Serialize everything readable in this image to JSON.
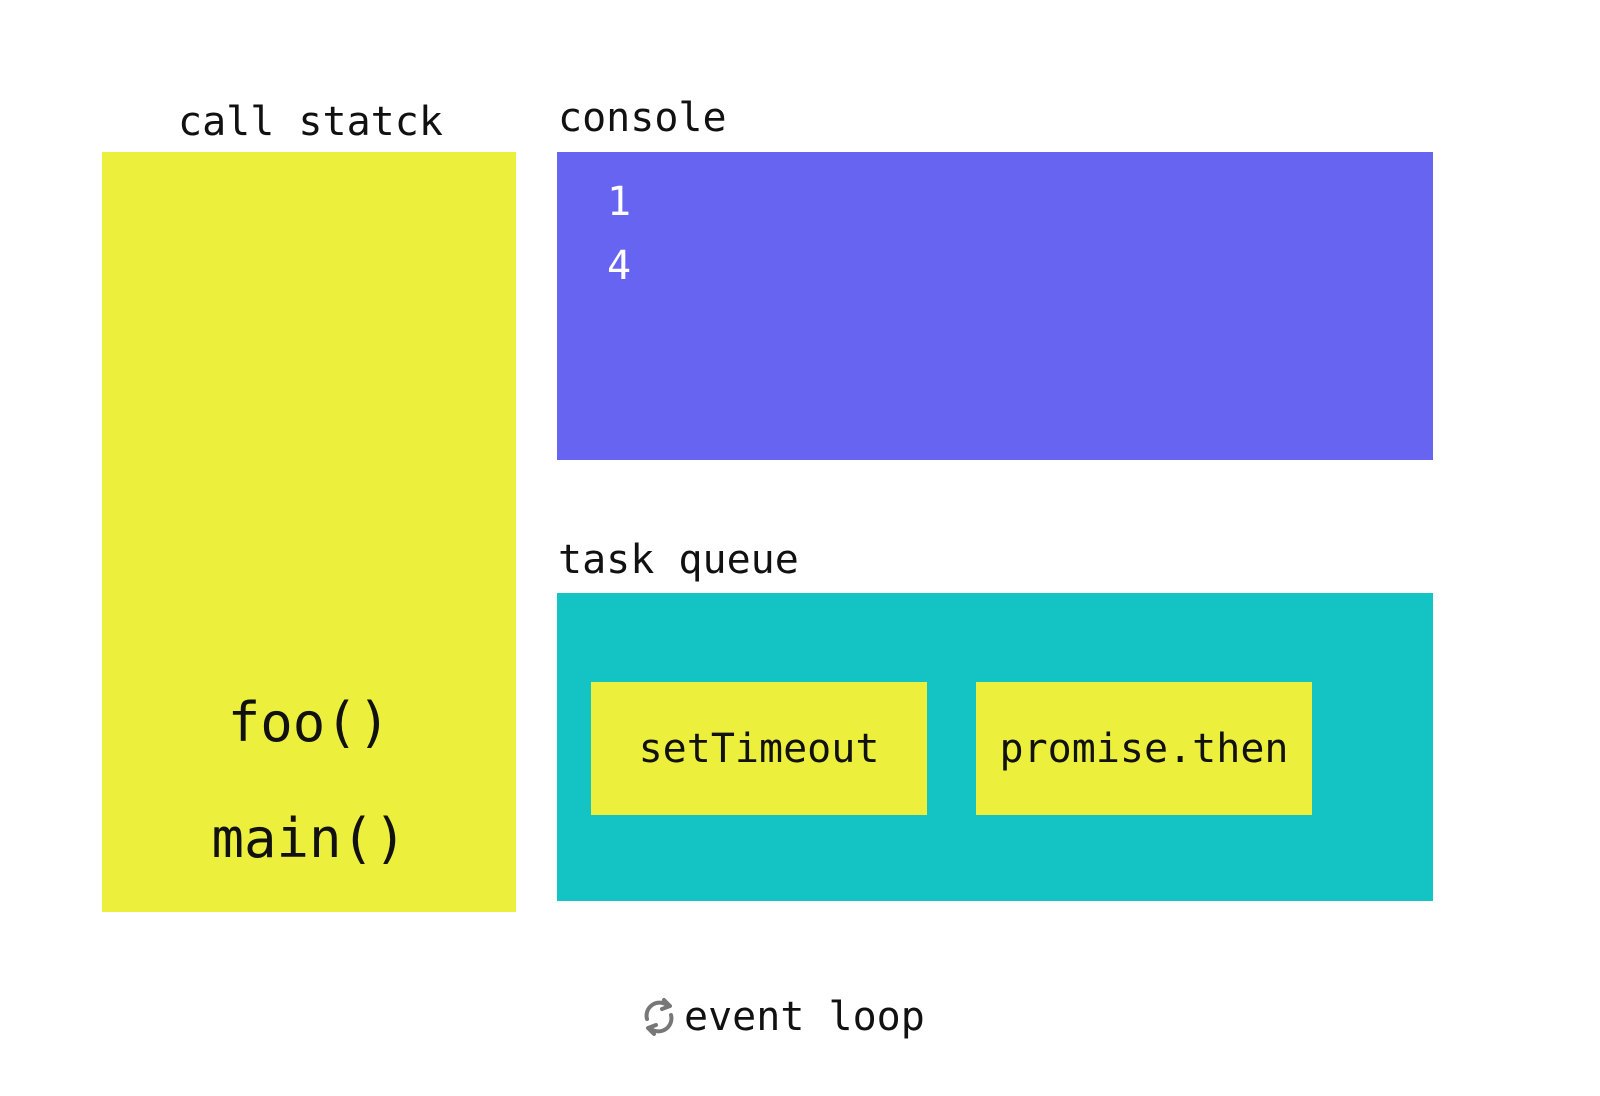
{
  "call_stack": {
    "title": "call statck",
    "frames": [
      "foo()",
      "main()"
    ]
  },
  "console": {
    "title": "console",
    "lines": [
      "1",
      "4"
    ]
  },
  "task_queue": {
    "title": "task queue",
    "tasks": [
      "setTimeout",
      "promise.then"
    ]
  },
  "event_loop": {
    "label": "event loop",
    "icon": "refresh-icon"
  },
  "colors": {
    "call_stack": "#ecf03c",
    "console": "#6764f2",
    "task_queue": "#14c3c3",
    "task": "#ecf03c"
  }
}
